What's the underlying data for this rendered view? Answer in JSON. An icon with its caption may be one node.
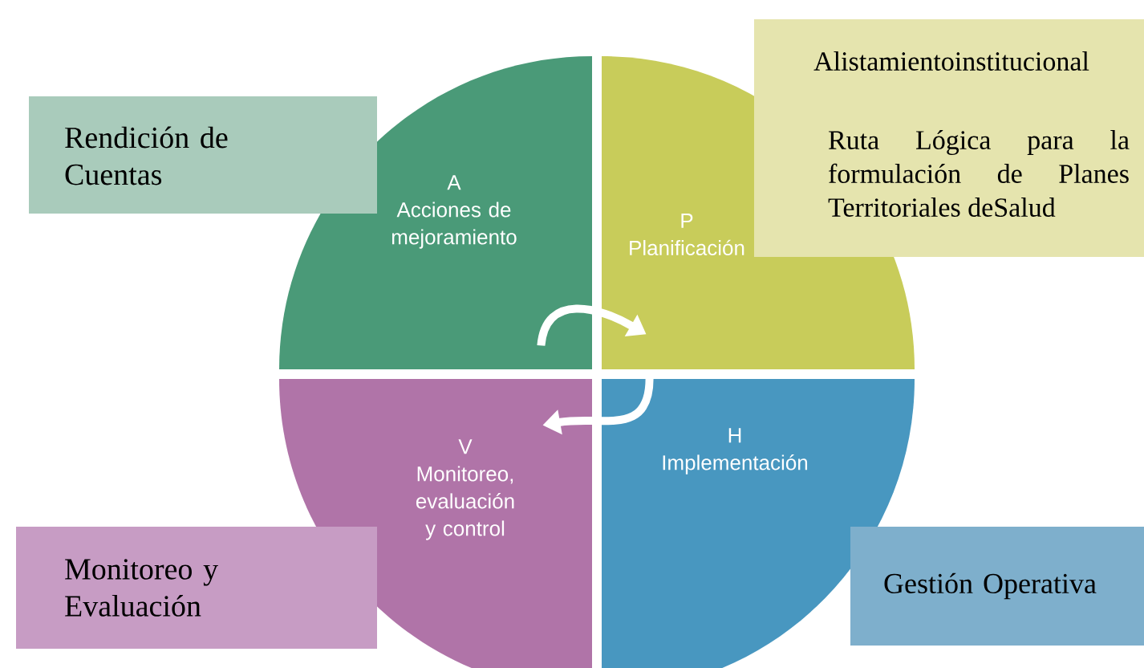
{
  "diagram": {
    "nodes": [
      {
        "text": [
          "Rendición de Cuentas"
        ]
      },
      {
        "text": [
          "A",
          "Acciones de mejoramiento"
        ]
      },
      {
        "text": [
          "Alistamientoinstitucional",
          "Ruta Lógica para la formulación de Planes Territoriales deSalud"
        ]
      },
      {
        "text": [
          "P",
          "Planificación"
        ]
      },
      {
        "text": [
          "V",
          "Monitoreo, evaluación y control"
        ]
      },
      {
        "text": [
          "H",
          "Implementación"
        ]
      },
      {
        "text": [
          "Monitoreo y Evaluación"
        ]
      },
      {
        "text": [
          "Gestión Operativa"
        ]
      }
    ],
    "edges": [
      {
        "from": 1,
        "to": 3,
        "arrow": "to"
      },
      {
        "from": 5,
        "to": 4,
        "arrow": "to"
      }
    ]
  }
}
